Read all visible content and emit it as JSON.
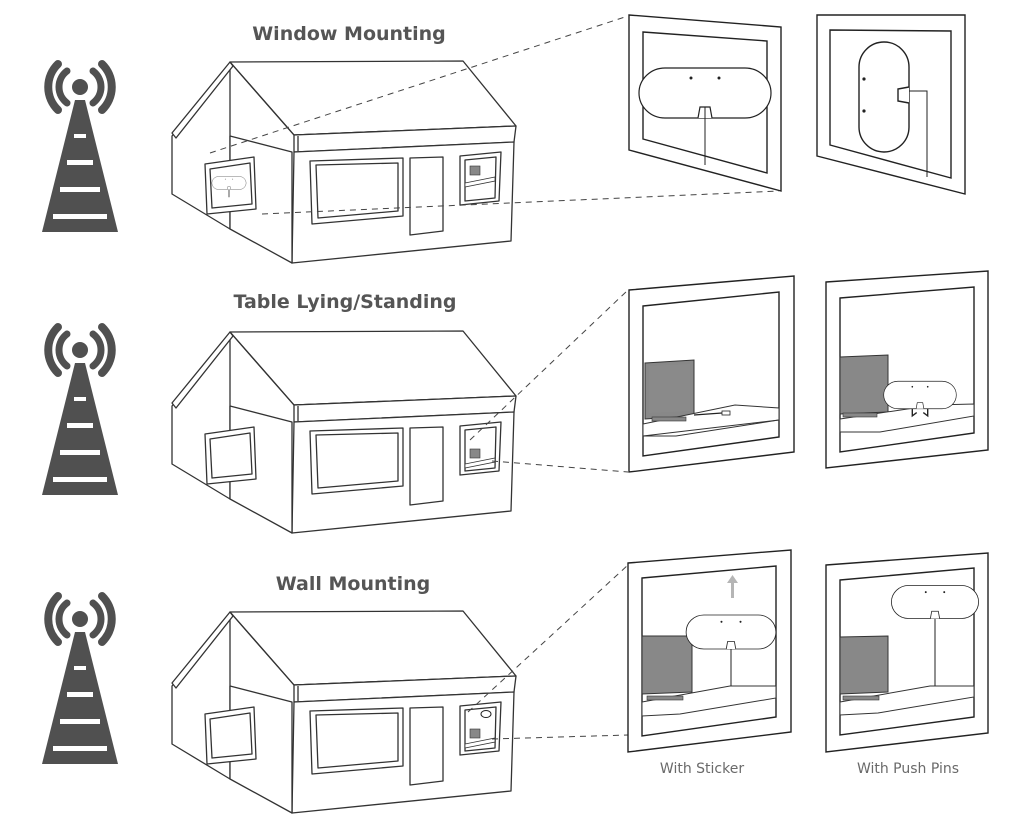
{
  "sections": [
    {
      "title": "Window Mounting"
    },
    {
      "title": "Table Lying/Standing"
    },
    {
      "title": "Wall Mounting"
    }
  ],
  "captions": {
    "sticker": "With Sticker",
    "push_pins": "With Push Pins"
  },
  "colors": {
    "tower": "#505050",
    "line": "#333333",
    "monitor": "#8a8a8a",
    "arrow": "#b5b5b5",
    "title": "#555555",
    "caption": "#6a6a6a"
  },
  "icons": [
    "broadcast-tower-icon",
    "house-illustration",
    "antenna-detail-panel"
  ]
}
